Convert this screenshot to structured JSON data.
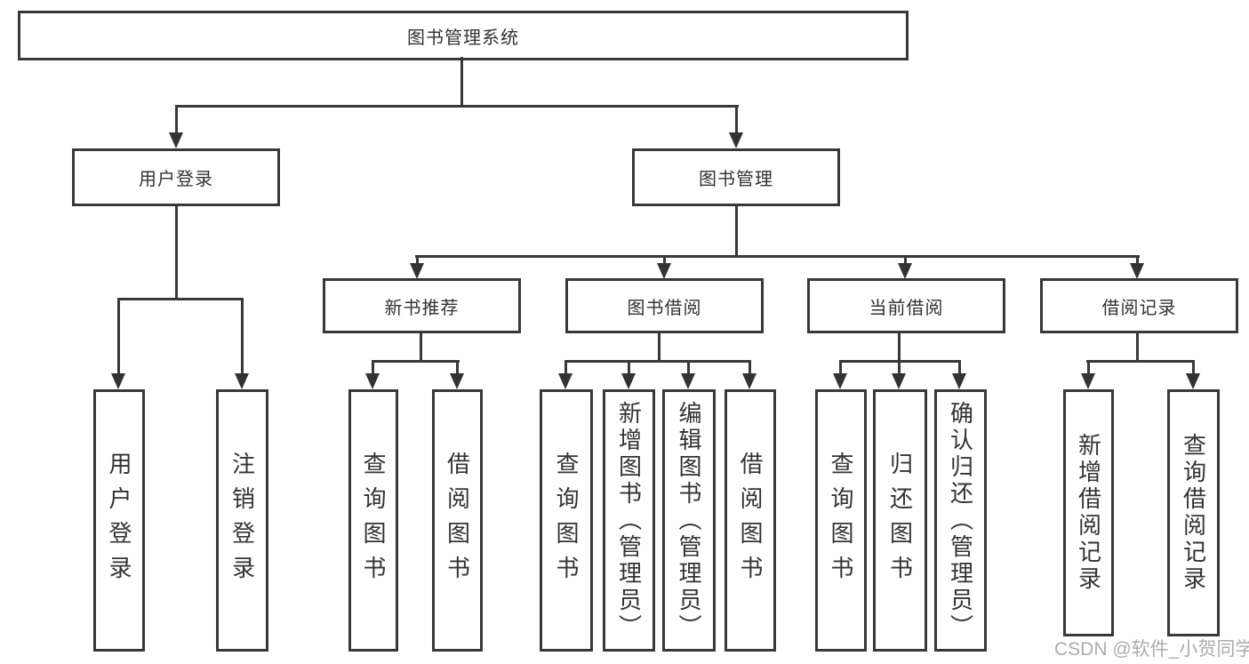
{
  "diagram": {
    "type": "hierarchy-diagram",
    "title": "图书管理系统",
    "nodes": {
      "root": {
        "label": "图书管理系统"
      },
      "user_login": {
        "label": "用户登录"
      },
      "book_management": {
        "label": "图书管理"
      },
      "new_book_recommend": {
        "label": "新书推荐"
      },
      "book_borrowing": {
        "label": "图书借阅"
      },
      "current_borrowing": {
        "label": "当前借阅"
      },
      "borrowing_records": {
        "label": "借阅记录"
      },
      "leaf_user_login": {
        "label": "用户登录"
      },
      "leaf_logout": {
        "label": "注销登录"
      },
      "rec_query_books": {
        "label": "查询图书"
      },
      "rec_borrow_books": {
        "label": "借阅图书"
      },
      "bb_query_books": {
        "label": "查询图书"
      },
      "bb_add_books": {
        "label": "新增图书（管理员）"
      },
      "bb_edit_books": {
        "label": "编辑图书（管理员）"
      },
      "bb_borrow_books": {
        "label": "借阅图书"
      },
      "cb_query_books": {
        "label": "查询图书"
      },
      "cb_return_books": {
        "label": "归还图书"
      },
      "cb_confirm_return": {
        "label": "确认归还（管理员）"
      },
      "br_add_record": {
        "label": "新增借阅记录"
      },
      "br_query_record": {
        "label": "查询借阅记录"
      }
    },
    "edges": [
      [
        "root",
        "user_login"
      ],
      [
        "root",
        "book_management"
      ],
      [
        "user_login",
        "leaf_user_login"
      ],
      [
        "user_login",
        "leaf_logout"
      ],
      [
        "book_management",
        "new_book_recommend"
      ],
      [
        "book_management",
        "book_borrowing"
      ],
      [
        "book_management",
        "current_borrowing"
      ],
      [
        "book_management",
        "borrowing_records"
      ],
      [
        "new_book_recommend",
        "rec_query_books"
      ],
      [
        "new_book_recommend",
        "rec_borrow_books"
      ],
      [
        "book_borrowing",
        "bb_query_books"
      ],
      [
        "book_borrowing",
        "bb_add_books"
      ],
      [
        "book_borrowing",
        "bb_edit_books"
      ],
      [
        "book_borrowing",
        "bb_borrow_books"
      ],
      [
        "current_borrowing",
        "cb_query_books"
      ],
      [
        "current_borrowing",
        "cb_return_books"
      ],
      [
        "current_borrowing",
        "cb_confirm_return"
      ],
      [
        "borrowing_records",
        "br_add_record"
      ],
      [
        "borrowing_records",
        "br_query_record"
      ]
    ],
    "colors": {
      "background": "#ffffff",
      "line": "#383838",
      "text": "#333333",
      "watermark": "#a8a8a8"
    }
  },
  "watermark": {
    "text": "CSDN @软件_小贺同学"
  }
}
